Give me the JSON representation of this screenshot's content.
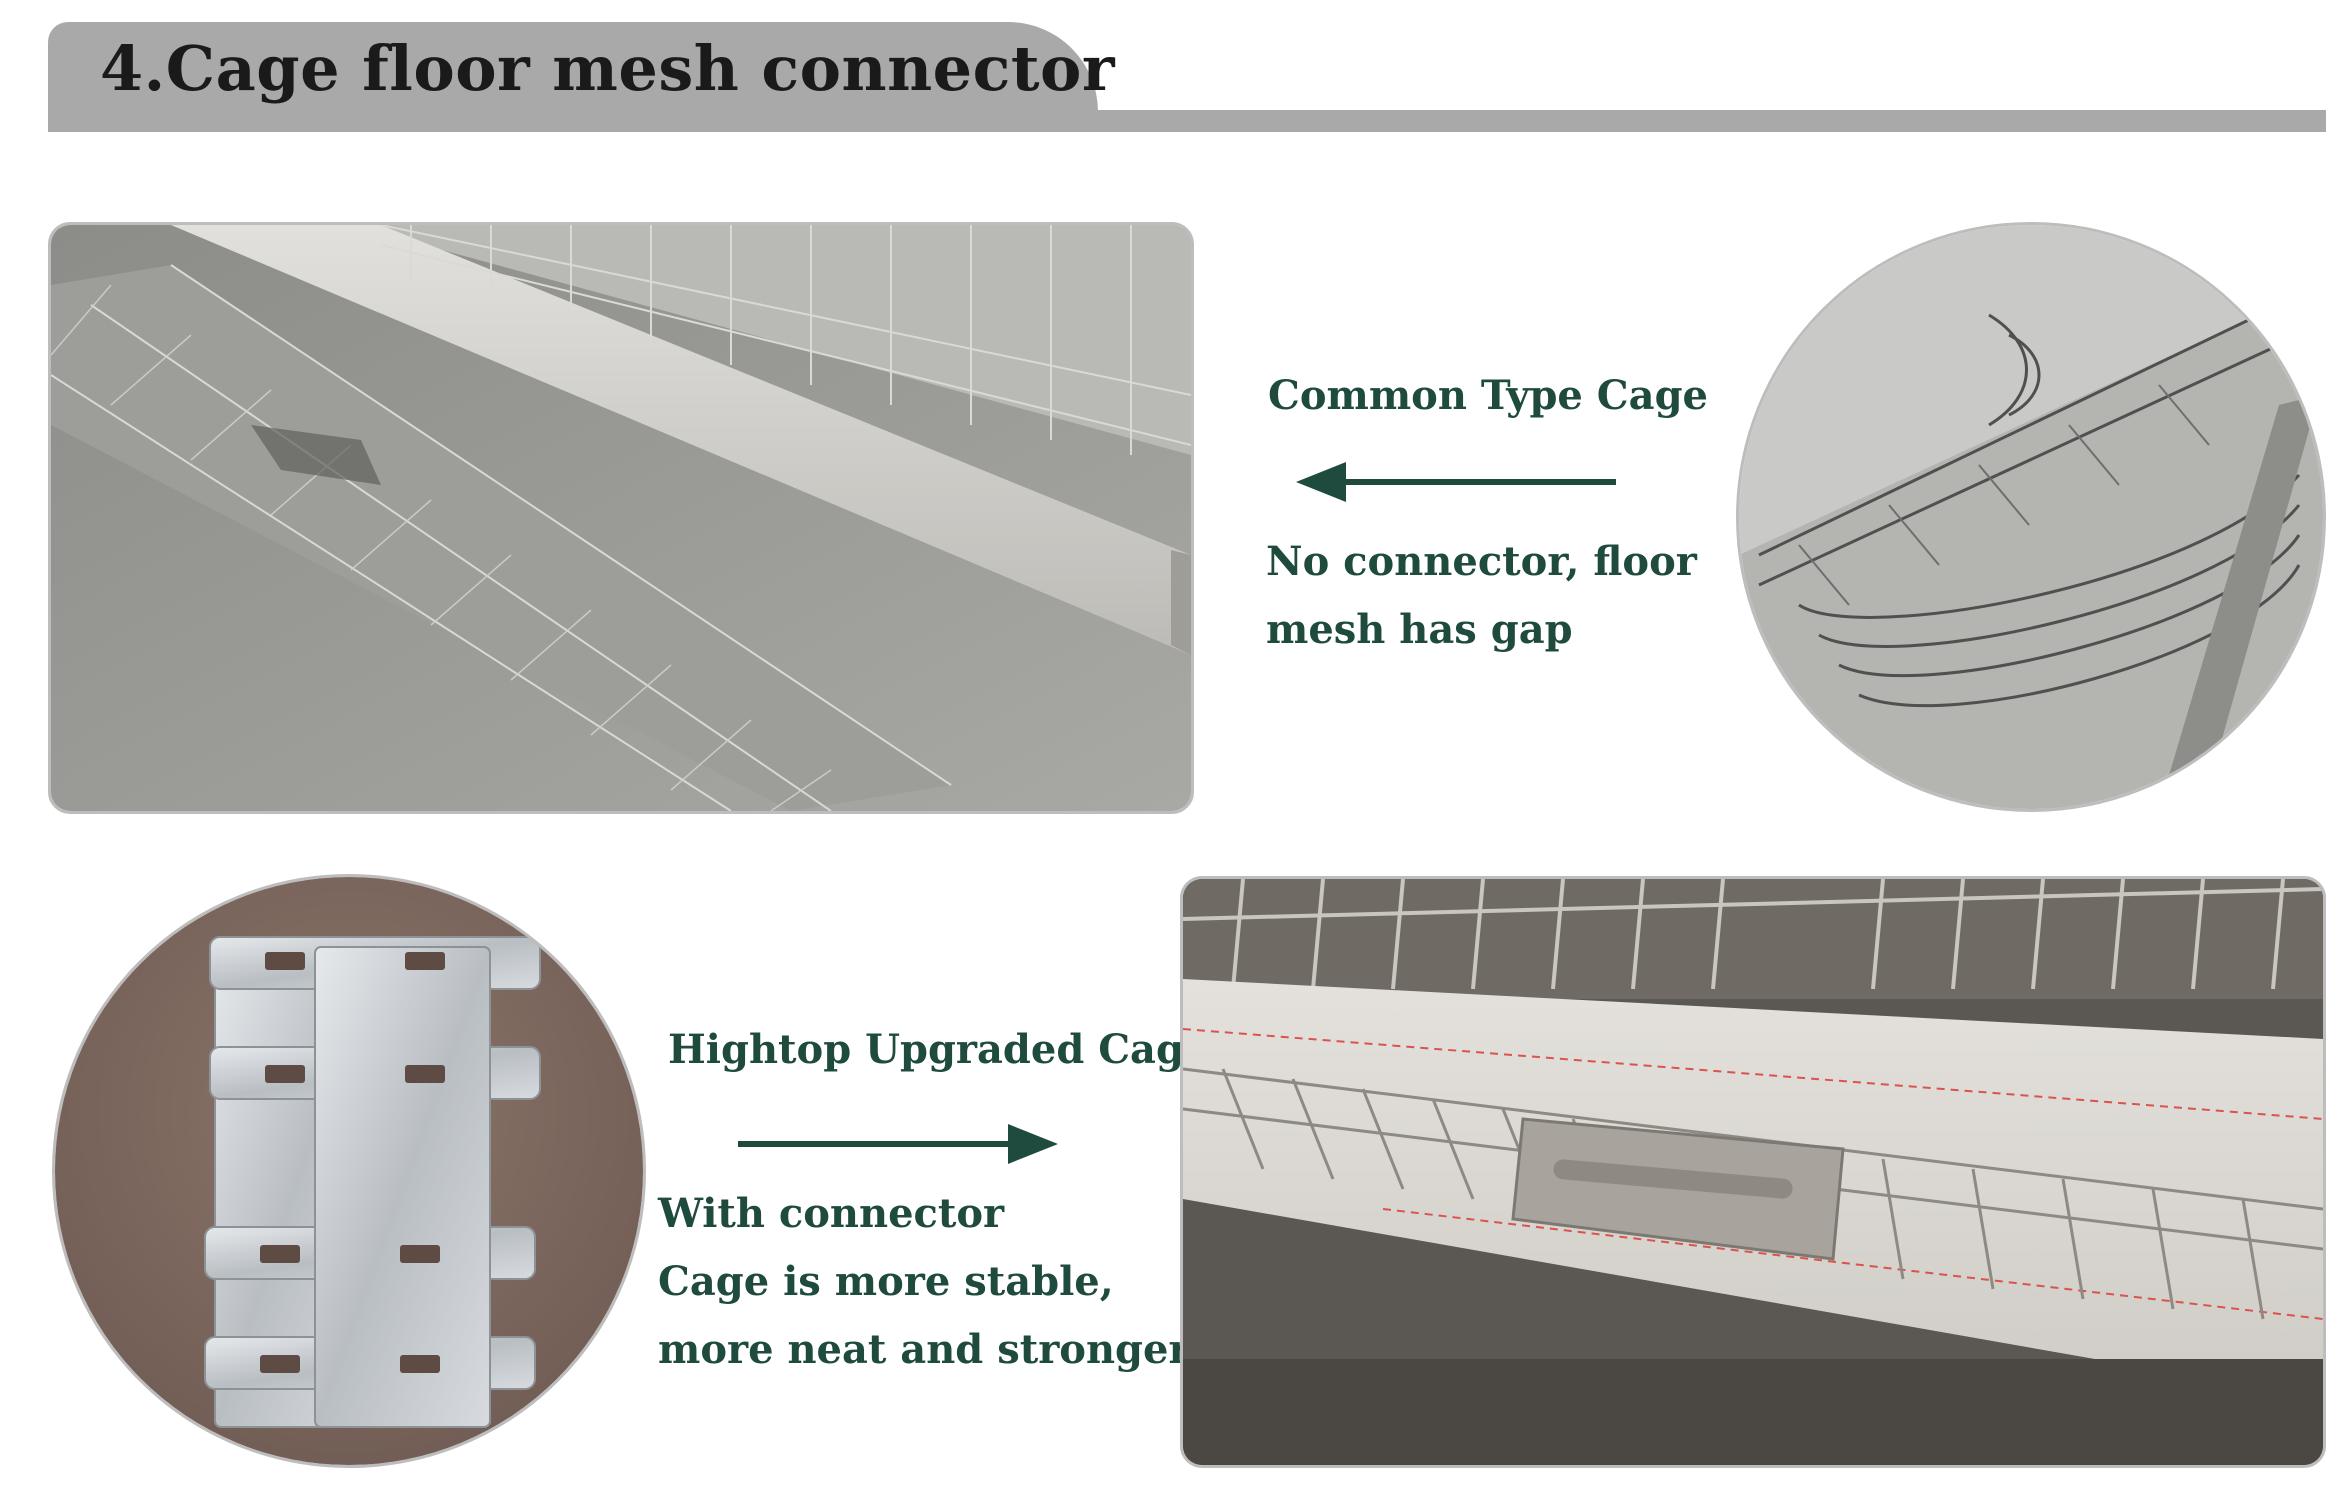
{
  "title": "4.Cage floor mesh connector",
  "common": {
    "heading": "Common Type Cage",
    "desc_line1": "No connector, floor",
    "desc_line2": "mesh has gap"
  },
  "hightop": {
    "heading": "Hightop Upgraded Cage",
    "desc_line1": "With connector",
    "desc_line2": "Cage is more stable,",
    "desc_line3": "more neat and stronger"
  },
  "colors": {
    "accent_text": "#1f4b3f",
    "header_bar": "#a9a9a9"
  },
  "icons": {
    "arrow_left": "arrow-left-icon",
    "arrow_right": "arrow-right-icon"
  }
}
